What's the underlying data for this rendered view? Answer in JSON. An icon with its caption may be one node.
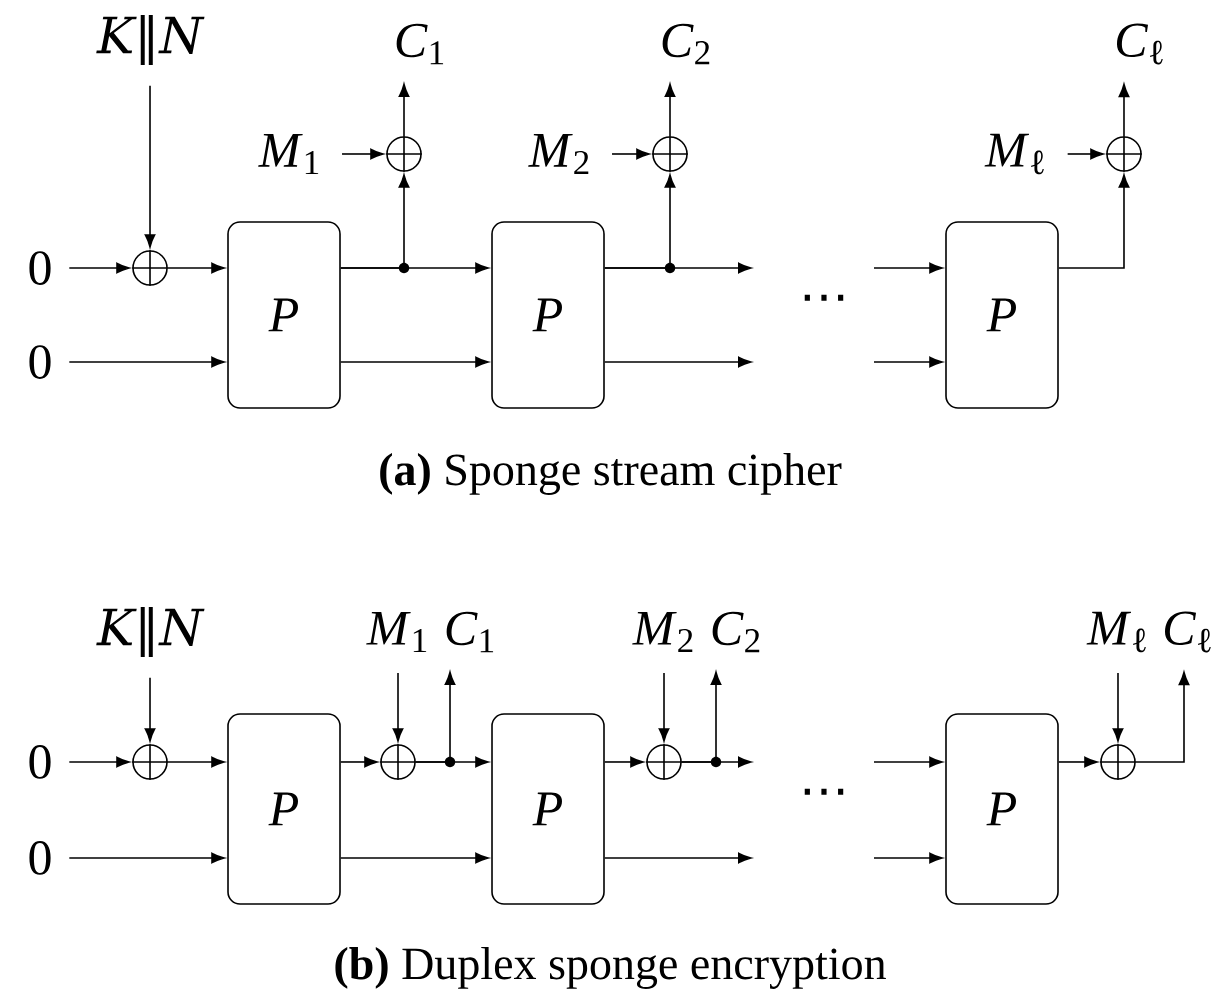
{
  "diagram": {
    "nodes": [
      {
        "text": [
          "*K*‖*N*"
        ]
      },
      {
        "text": [
          "*C*$_{1}$"
        ]
      },
      {
        "text": [
          "*C*$_{2}$"
        ]
      },
      {
        "text": [
          "*C*$_{ℓ}$"
        ]
      },
      {
        "text": [
          "*M*$_{1}$"
        ]
      },
      {
        "text": [],
        "shape": "circle"
      },
      {
        "text": [
          "*M*$_{2}$"
        ]
      },
      {
        "text": [],
        "shape": "circle"
      },
      {
        "text": [
          "*M*$_{ℓ}$"
        ]
      },
      {
        "text": [],
        "shape": "circle"
      },
      {
        "text": [
          "0"
        ]
      },
      {
        "text": [],
        "shape": "circle"
      },
      {
        "text": [
          "P"
        ]
      },
      {
        "text": [
          "P"
        ]
      },
      {
        "text": [
          "P"
        ]
      },
      {
        "text": [
          "0"
        ]
      },
      {
        "text": [
          "*K*‖*N*"
        ]
      },
      {
        "text": [
          "*M*$_{1}$"
        ]
      },
      {
        "text": [
          "*C*$_{1}$"
        ]
      },
      {
        "text": [
          "*M*$_{2}$"
        ]
      },
      {
        "text": [
          "*C*$_{2}$"
        ]
      },
      {
        "text": [
          "*M*$_{ℓ}$"
        ]
      },
      {
        "text": [
          "*C*$_{ℓ}$"
        ]
      },
      {
        "text": [
          "0"
        ]
      },
      {
        "text": [],
        "shape": "circle"
      },
      {
        "text": [
          "P"
        ]
      },
      {
        "text": [],
        "shape": "circle"
      },
      {
        "text": [
          "P"
        ]
      },
      {
        "text": [],
        "shape": "circle"
      },
      {
        "text": [
          "P"
        ]
      },
      {
        "text": [],
        "shape": "circle"
      },
      {
        "text": [
          "0"
        ]
      }
    ],
    "edges": [
      {
        "from": 0,
        "to": 11,
        "arrow": "to"
      },
      {
        "from": 10,
        "to": 11,
        "arrow": "to"
      },
      {
        "from": 11,
        "to": 12,
        "arrow": "to"
      },
      {
        "from": 15,
        "to": 12,
        "arrow": "to"
      },
      {
        "from": 12,
        "to": 13,
        "arrow": "to"
      },
      {
        "from": 12,
        "to": 5,
        "arrow": "to"
      },
      {
        "from": 12,
        "to": 13,
        "arrow": "to"
      },
      {
        "from": 4,
        "to": 5,
        "arrow": "to"
      },
      {
        "from": 5,
        "to": 1,
        "arrow": "to"
      },
      {
        "from": 13,
        "to": null,
        "arrow": "to"
      },
      {
        "from": 13,
        "to": 7,
        "arrow": "to"
      },
      {
        "from": 13,
        "to": null,
        "arrow": "to"
      },
      {
        "from": 6,
        "to": 7,
        "arrow": "to"
      },
      {
        "from": 7,
        "to": 2,
        "arrow": "to"
      },
      {
        "from": null,
        "to": 14,
        "arrow": "to"
      },
      {
        "from": null,
        "to": 14,
        "arrow": "to"
      },
      {
        "from": 14,
        "to": 9,
        "arrow": "to"
      },
      {
        "from": 8,
        "to": 9,
        "arrow": "to"
      },
      {
        "from": 9,
        "to": 3,
        "arrow": "to"
      },
      {
        "from": 16,
        "to": 24,
        "arrow": "to"
      },
      {
        "from": 23,
        "to": 24,
        "arrow": "to"
      },
      {
        "from": 24,
        "to": 25,
        "arrow": "to"
      },
      {
        "from": 31,
        "to": 25,
        "arrow": "to"
      },
      {
        "from": 25,
        "to": 26,
        "arrow": "to"
      },
      {
        "from": 17,
        "to": 26,
        "arrow": "to"
      },
      {
        "from": 26,
        "to": 27,
        "arrow": "to"
      },
      {
        "from": 26,
        "to": 18,
        "arrow": "to"
      },
      {
        "from": 25,
        "to": 27,
        "arrow": "to"
      },
      {
        "from": 27,
        "to": 28,
        "arrow": "to"
      },
      {
        "from": 19,
        "to": 28,
        "arrow": "to"
      },
      {
        "from": 28,
        "to": null,
        "arrow": "to"
      },
      {
        "from": 28,
        "to": 20,
        "arrow": "to"
      },
      {
        "from": 27,
        "to": null,
        "arrow": "to"
      },
      {
        "from": null,
        "to": 29,
        "arrow": "to"
      },
      {
        "from": null,
        "to": 29,
        "arrow": "to"
      },
      {
        "from": 29,
        "to": 30,
        "arrow": "to"
      },
      {
        "from": 21,
        "to": 30,
        "arrow": "to"
      },
      {
        "from": 30,
        "to": 22,
        "arrow": "to"
      }
    ],
    "labels": [
      "⋯",
      "**(a)** Sponge stream cipher",
      "⋯",
      "**(b)** Duplex sponge encryption"
    ]
  }
}
